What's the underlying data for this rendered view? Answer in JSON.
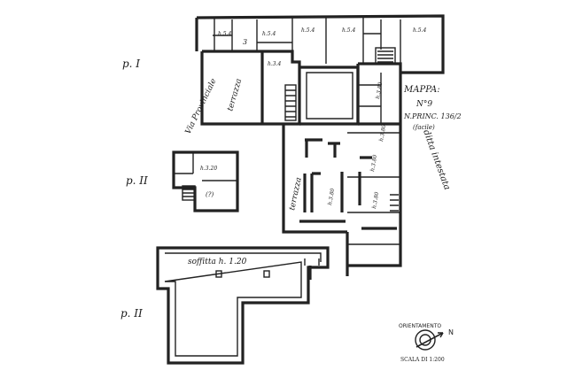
{
  "floor_labels": {
    "p1": "p. I",
    "p2_upper": "p. II",
    "p2_lower": "p. II"
  },
  "street_labels": {
    "via_provinciale": "Via Provinciale",
    "ditta_intestata": "ditta intestata"
  },
  "room_labels": {
    "terrazza_main": "terrazza",
    "terrazza_lower": "terrazza",
    "soffitta": "soffitta h. 1.20",
    "h_top_1": "h.5.4",
    "h_top_2": "h.5.4",
    "h_top_3": "h.5.4",
    "h_top_4": "h.5.4",
    "h_top_5": "h.5.4",
    "h_mid": "h.3.4",
    "h_right_1": "h.3.80",
    "h_right_2": "h.3.80",
    "h_right_3": "h.3.80",
    "h_right_4": "h.3.80",
    "h_center": "h.3.80",
    "h_small": "h.3.20",
    "room_num": "3",
    "room_num_small": "(?)"
  },
  "mappa": {
    "title": "MAPPA:",
    "number": "N°9",
    "particella": "N.PRINC. 136/2",
    "note": "(facile)"
  },
  "orientamento": {
    "label": "ORIENTAMENTO",
    "north": "N"
  },
  "scala": {
    "label": "SCALA DI 1:200"
  },
  "colors": {
    "ink": "#222222",
    "paper": "#ffffff"
  }
}
